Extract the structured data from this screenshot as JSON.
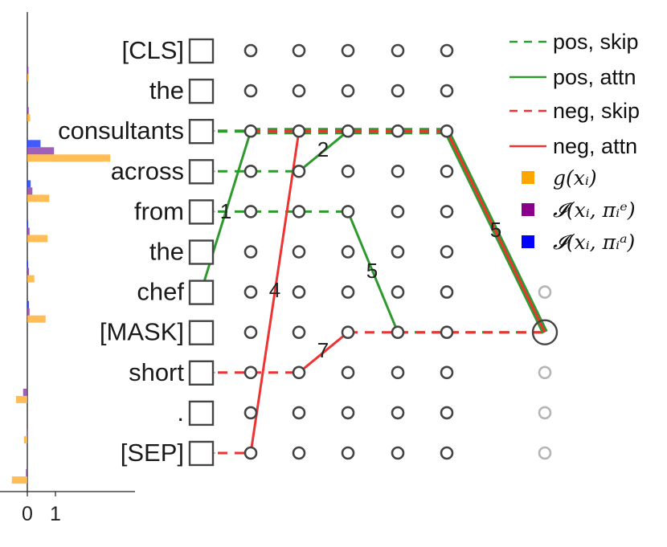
{
  "tokens": [
    "[CLS]",
    "the",
    "consultants",
    "across",
    "from",
    "the",
    "chef",
    "[MASK]",
    "short",
    ".",
    "[SEP]"
  ],
  "bar_axis": {
    "ticks": [
      "0",
      "1"
    ]
  },
  "bars": [
    {
      "g": 0.0,
      "e": 0.0,
      "a": 0.0
    },
    {
      "g": 0.05,
      "e": 0.04,
      "a": 0.0
    },
    {
      "g": 0.1,
      "e": 0.05,
      "a": 0.0
    },
    {
      "g": 2.95,
      "e": 0.95,
      "a": 0.47
    },
    {
      "g": 0.78,
      "e": 0.18,
      "a": 0.12
    },
    {
      "g": 0.72,
      "e": 0.08,
      "a": 0.03
    },
    {
      "g": 0.25,
      "e": 0.06,
      "a": 0.03
    },
    {
      "g": 0.65,
      "e": 0.08,
      "a": 0.06
    },
    {
      "g": 0.0,
      "e": 0.0,
      "a": 0.0
    },
    {
      "g": -0.4,
      "e": -0.15,
      "a": 0.0
    },
    {
      "g": -0.12,
      "e": -0.02,
      "a": 0.0
    },
    {
      "g": -0.55,
      "e": -0.05,
      "a": 0.0
    }
  ],
  "legend": [
    {
      "label": "pos, skip",
      "kind": "line",
      "dash": true,
      "color": "#2e9a2e"
    },
    {
      "label": "pos, attn",
      "kind": "line",
      "dash": false,
      "color": "#2e9a2e"
    },
    {
      "label": "neg, skip",
      "kind": "line",
      "dash": true,
      "color": "#ee3333"
    },
    {
      "label": "neg, attn",
      "kind": "line",
      "dash": false,
      "color": "#ee3333"
    },
    {
      "label": "g(xᵢ)",
      "kind": "square",
      "color": "#ffa500"
    },
    {
      "label": "𝓘(xᵢ, πᵢᵉ)",
      "kind": "square",
      "color": "#8b008b"
    },
    {
      "label": "𝓘(xᵢ, πᵢᵃ)",
      "kind": "square",
      "color": "#0000ff"
    }
  ],
  "colors": {
    "g": "#ffb13b",
    "e": "#8e44ad",
    "a": "#1f3fff",
    "pos": "#2e9a2e",
    "neg": "#ee3333",
    "node": "#444444",
    "node_faded": "#b5b5b5"
  },
  "edge_labels": [
    "1",
    "2",
    "4",
    "5",
    "5",
    "7"
  ],
  "edges": [
    {
      "from": [
        0,
        6
      ],
      "to": [
        1,
        2
      ],
      "sign": "pos",
      "kind": "attn",
      "w": 2,
      "label": "1"
    },
    {
      "from": [
        0,
        2
      ],
      "to": [
        1,
        2
      ],
      "sign": "pos",
      "kind": "skip",
      "w": 3
    },
    {
      "from": [
        1,
        2
      ],
      "to": [
        5,
        2
      ],
      "sign": "pos",
      "kind": "skip",
      "w": 7
    },
    {
      "from": [
        1,
        2
      ],
      "to": [
        5,
        2
      ],
      "sign": "neg",
      "kind": "skip",
      "w": 2
    },
    {
      "from": [
        0,
        3
      ],
      "to": [
        2,
        3
      ],
      "sign": "pos",
      "kind": "skip",
      "w": 2
    },
    {
      "from": [
        2,
        3
      ],
      "to": [
        3,
        2
      ],
      "sign": "pos",
      "kind": "attn",
      "w": 2,
      "label": "2"
    },
    {
      "from": [
        0,
        4
      ],
      "to": [
        3,
        4
      ],
      "sign": "pos",
      "kind": "skip",
      "w": 2
    },
    {
      "from": [
        3,
        4
      ],
      "to": [
        4,
        7
      ],
      "sign": "pos",
      "kind": "attn",
      "w": 2,
      "label": "5"
    },
    {
      "from": [
        4,
        7
      ],
      "to": [
        6,
        7
      ],
      "sign": "pos",
      "kind": "skip",
      "w": 2
    },
    {
      "from": [
        0,
        10
      ],
      "to": [
        1,
        10
      ],
      "sign": "neg",
      "kind": "skip",
      "w": 2
    },
    {
      "from": [
        1,
        10
      ],
      "to": [
        2,
        2
      ],
      "sign": "neg",
      "kind": "attn",
      "w": 2,
      "label": "4"
    },
    {
      "from": [
        0,
        8
      ],
      "to": [
        2,
        8
      ],
      "sign": "neg",
      "kind": "skip",
      "w": 2
    },
    {
      "from": [
        2,
        8
      ],
      "to": [
        3,
        7
      ],
      "sign": "neg",
      "kind": "attn",
      "w": 2,
      "label": "7"
    },
    {
      "from": [
        3,
        7
      ],
      "to": [
        6,
        7
      ],
      "sign": "neg",
      "kind": "skip",
      "w": 2
    },
    {
      "from": [
        5,
        2
      ],
      "to": [
        6,
        7
      ],
      "sign": "pos",
      "kind": "attn",
      "w": 7,
      "label": "5"
    },
    {
      "from": [
        5,
        2
      ],
      "to": [
        6,
        7
      ],
      "sign": "neg",
      "kind": "attn",
      "w": 2
    }
  ]
}
